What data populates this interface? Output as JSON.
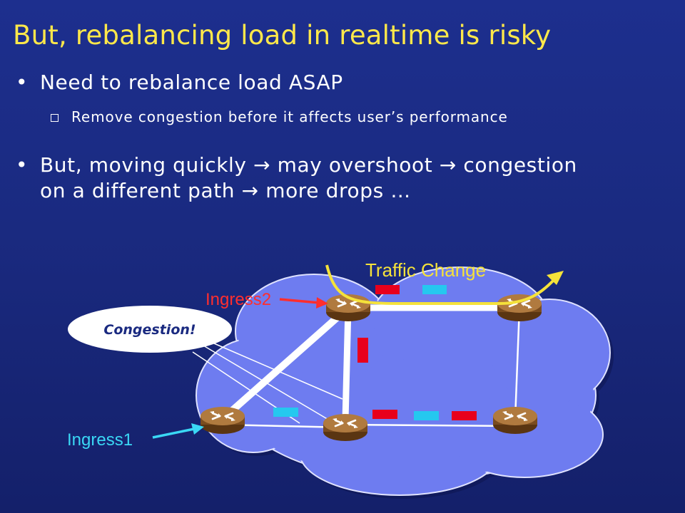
{
  "slide": {
    "title": "But, rebalancing load in realtime is risky",
    "bullets": [
      {
        "text": "Need to rebalance load ASAP"
      },
      {
        "text": "But, moving quickly → may overshoot → congestion"
      },
      {
        "text": "on a different path → more drops …"
      }
    ],
    "sub_bullet": "Remove congestion before it affects user’s performance",
    "bullet_marker": "•"
  },
  "diagram": {
    "traffic_change_label": "Traffic Change",
    "ingress2_label": "Ingress2",
    "ingress1_label": "Ingress1",
    "congestion_label": "Congestion!",
    "colors": {
      "cloud": "#6f7df2",
      "traffic_arrow": "#f5e23a",
      "ingress2": "#ff2e2e",
      "ingress1": "#3ad8f5",
      "packet_red": "#e8001c",
      "packet_cyan": "#25c8ef",
      "router": "#8a5a2a"
    }
  }
}
